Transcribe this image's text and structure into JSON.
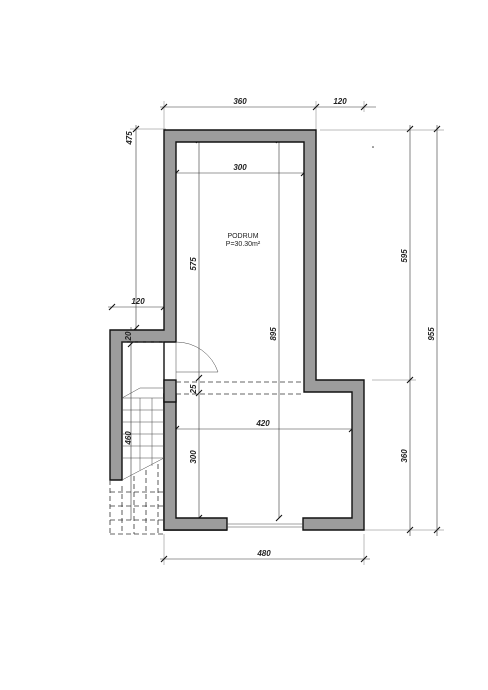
{
  "room": {
    "name": "PODRUM",
    "area": "P=30.30m²"
  },
  "dimensions": {
    "top_360": "360",
    "top_120": "120",
    "inner_300": "300",
    "left_475": "475",
    "left_120": "120",
    "left_20": "20",
    "left_460": "460",
    "v_575": "575",
    "v_895": "895",
    "v_25": "25",
    "v_300": "300",
    "h_420": "420",
    "right_595": "595",
    "right_955": "955",
    "right_360": "360",
    "bottom_480": "480"
  },
  "colors": {
    "wall_fill": "#9c9c9c",
    "line": "#111111"
  }
}
